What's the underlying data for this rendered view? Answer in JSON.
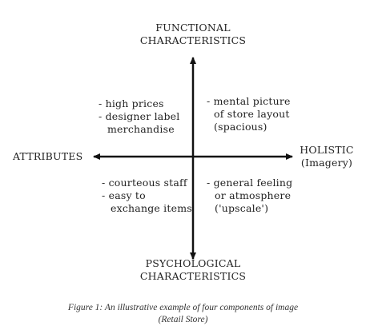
{
  "axes": {
    "top": [
      "FUNCTIONAL",
      "CHARACTERISTICS"
    ],
    "bottom": [
      "PSYCHOLOGICAL",
      "CHARACTERISTICS"
    ],
    "left": "ATTRIBUTES",
    "right": [
      "HOLISTIC",
      "(Imagery)"
    ]
  },
  "quadrants": {
    "top_left": [
      "- high prices",
      "- designer label",
      "merchandise"
    ],
    "top_right": [
      "- mental picture",
      "of store layout",
      "(spacious)"
    ],
    "bottom_left": [
      "- courteous staff",
      "- easy to",
      "exchange items"
    ],
    "bottom_right": [
      "- general feeling",
      "or atmosphere",
      "('upscale')"
    ]
  },
  "caption": {
    "line1": "Figure 1:  An illustrative example of four components of image",
    "line2": "(Retail Store)"
  },
  "colors": {
    "axis": "#111111",
    "text": "#222222"
  }
}
